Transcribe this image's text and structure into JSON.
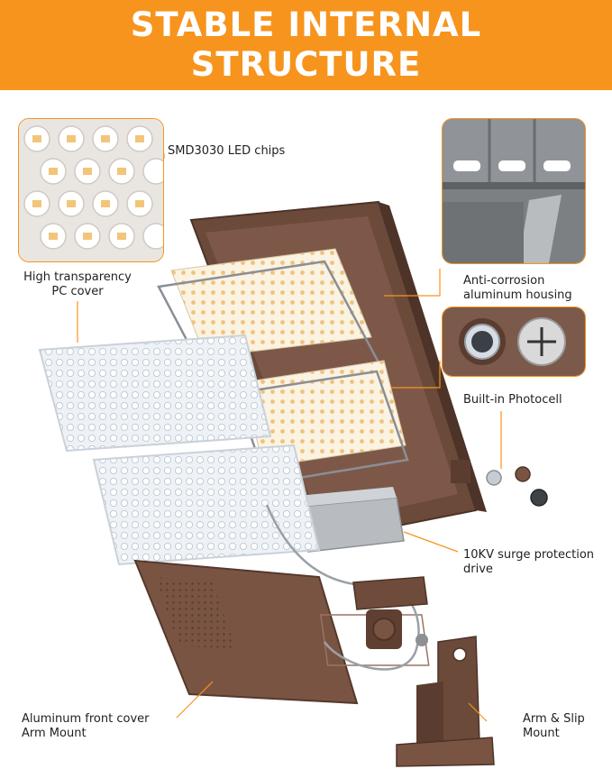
{
  "banner": {
    "line1": "STABLE INTERNAL",
    "line2": "STRUCTURE"
  },
  "labels": {
    "led_chips": "SMD3030 LED chips",
    "pc_cover_line1": "High transparency",
    "pc_cover_line2": "PC cover",
    "housing_line1": "Anti-corrosion",
    "housing_line2": "aluminum housing",
    "photocell": "Built-in Photocell",
    "surge_line1": "10KV surge protection",
    "surge_line2": "drive",
    "front_cover_line1": "Aluminum front cover",
    "front_cover_line2": "Arm Mount",
    "arm_slip_line1": "Arm & Slip",
    "arm_slip_line2": "Mount"
  },
  "colors": {
    "accent": "#f7941d",
    "housing": "#6b4a3a",
    "white": "#ffffff"
  }
}
